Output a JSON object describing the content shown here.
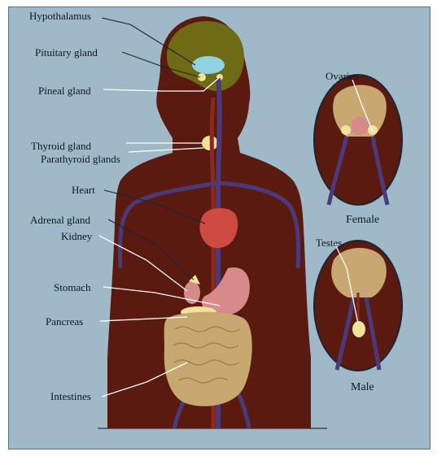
{
  "labels": {
    "hypothalamus": "Hypothalamus",
    "pituitary": "Pituitary gland",
    "pineal": "Pineal gland",
    "thyroid": "Thyroid gland",
    "parathyroid": "Parathyroid glands",
    "heart": "Heart",
    "adrenal": "Adrenal gland",
    "kidney": "Kidney",
    "stomach": "Stomach",
    "pancreas": "Pancreas",
    "intestines": "Intestines",
    "ovaries": "Ovaries",
    "testes": "Testes"
  },
  "captions": {
    "female": "Female",
    "male": "Male"
  },
  "colors": {
    "background": "#9fb9c9",
    "skin": "#5a1a10",
    "brain": "#6f6a16",
    "heart": "#cf4a40",
    "stomach": "#d68a8a",
    "intestines": "#c8a870",
    "gland": "#efe39a",
    "vessel_blue": "#4a3a7a",
    "vessel_red": "#8a2a1e"
  }
}
